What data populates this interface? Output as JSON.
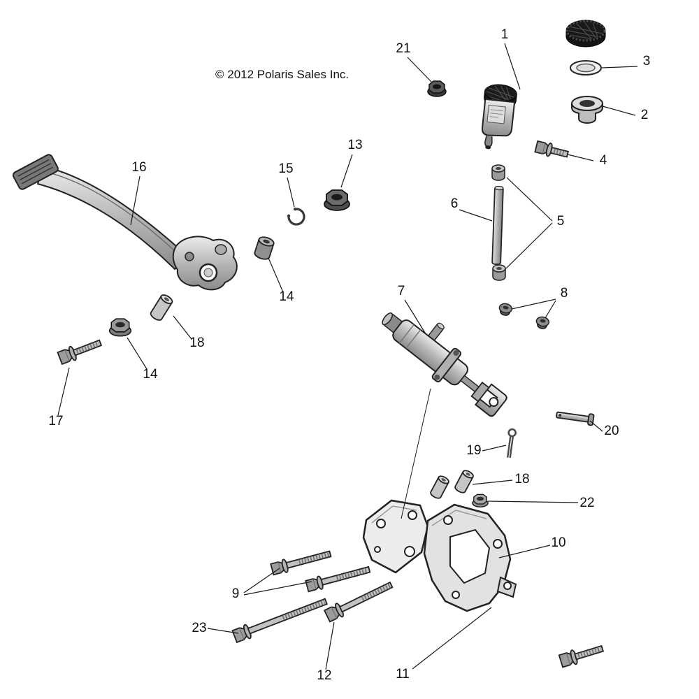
{
  "diagram": {
    "copyright": "© 2012 Polaris Sales Inc.",
    "callouts": [
      {
        "label": "1"
      },
      {
        "label": "21"
      },
      {
        "label": "3"
      },
      {
        "label": "2"
      },
      {
        "label": "4"
      },
      {
        "label": "13"
      },
      {
        "label": "15"
      },
      {
        "label": "16"
      },
      {
        "label": "6"
      },
      {
        "label": "5"
      },
      {
        "label": "7"
      },
      {
        "label": "8"
      },
      {
        "label": "14"
      },
      {
        "label": "18"
      },
      {
        "label": "14"
      },
      {
        "label": "17"
      },
      {
        "label": "20"
      },
      {
        "label": "19"
      },
      {
        "label": "18"
      },
      {
        "label": "22"
      },
      {
        "label": "10"
      },
      {
        "label": "9"
      },
      {
        "label": "23"
      },
      {
        "label": "12"
      },
      {
        "label": "11"
      }
    ]
  }
}
